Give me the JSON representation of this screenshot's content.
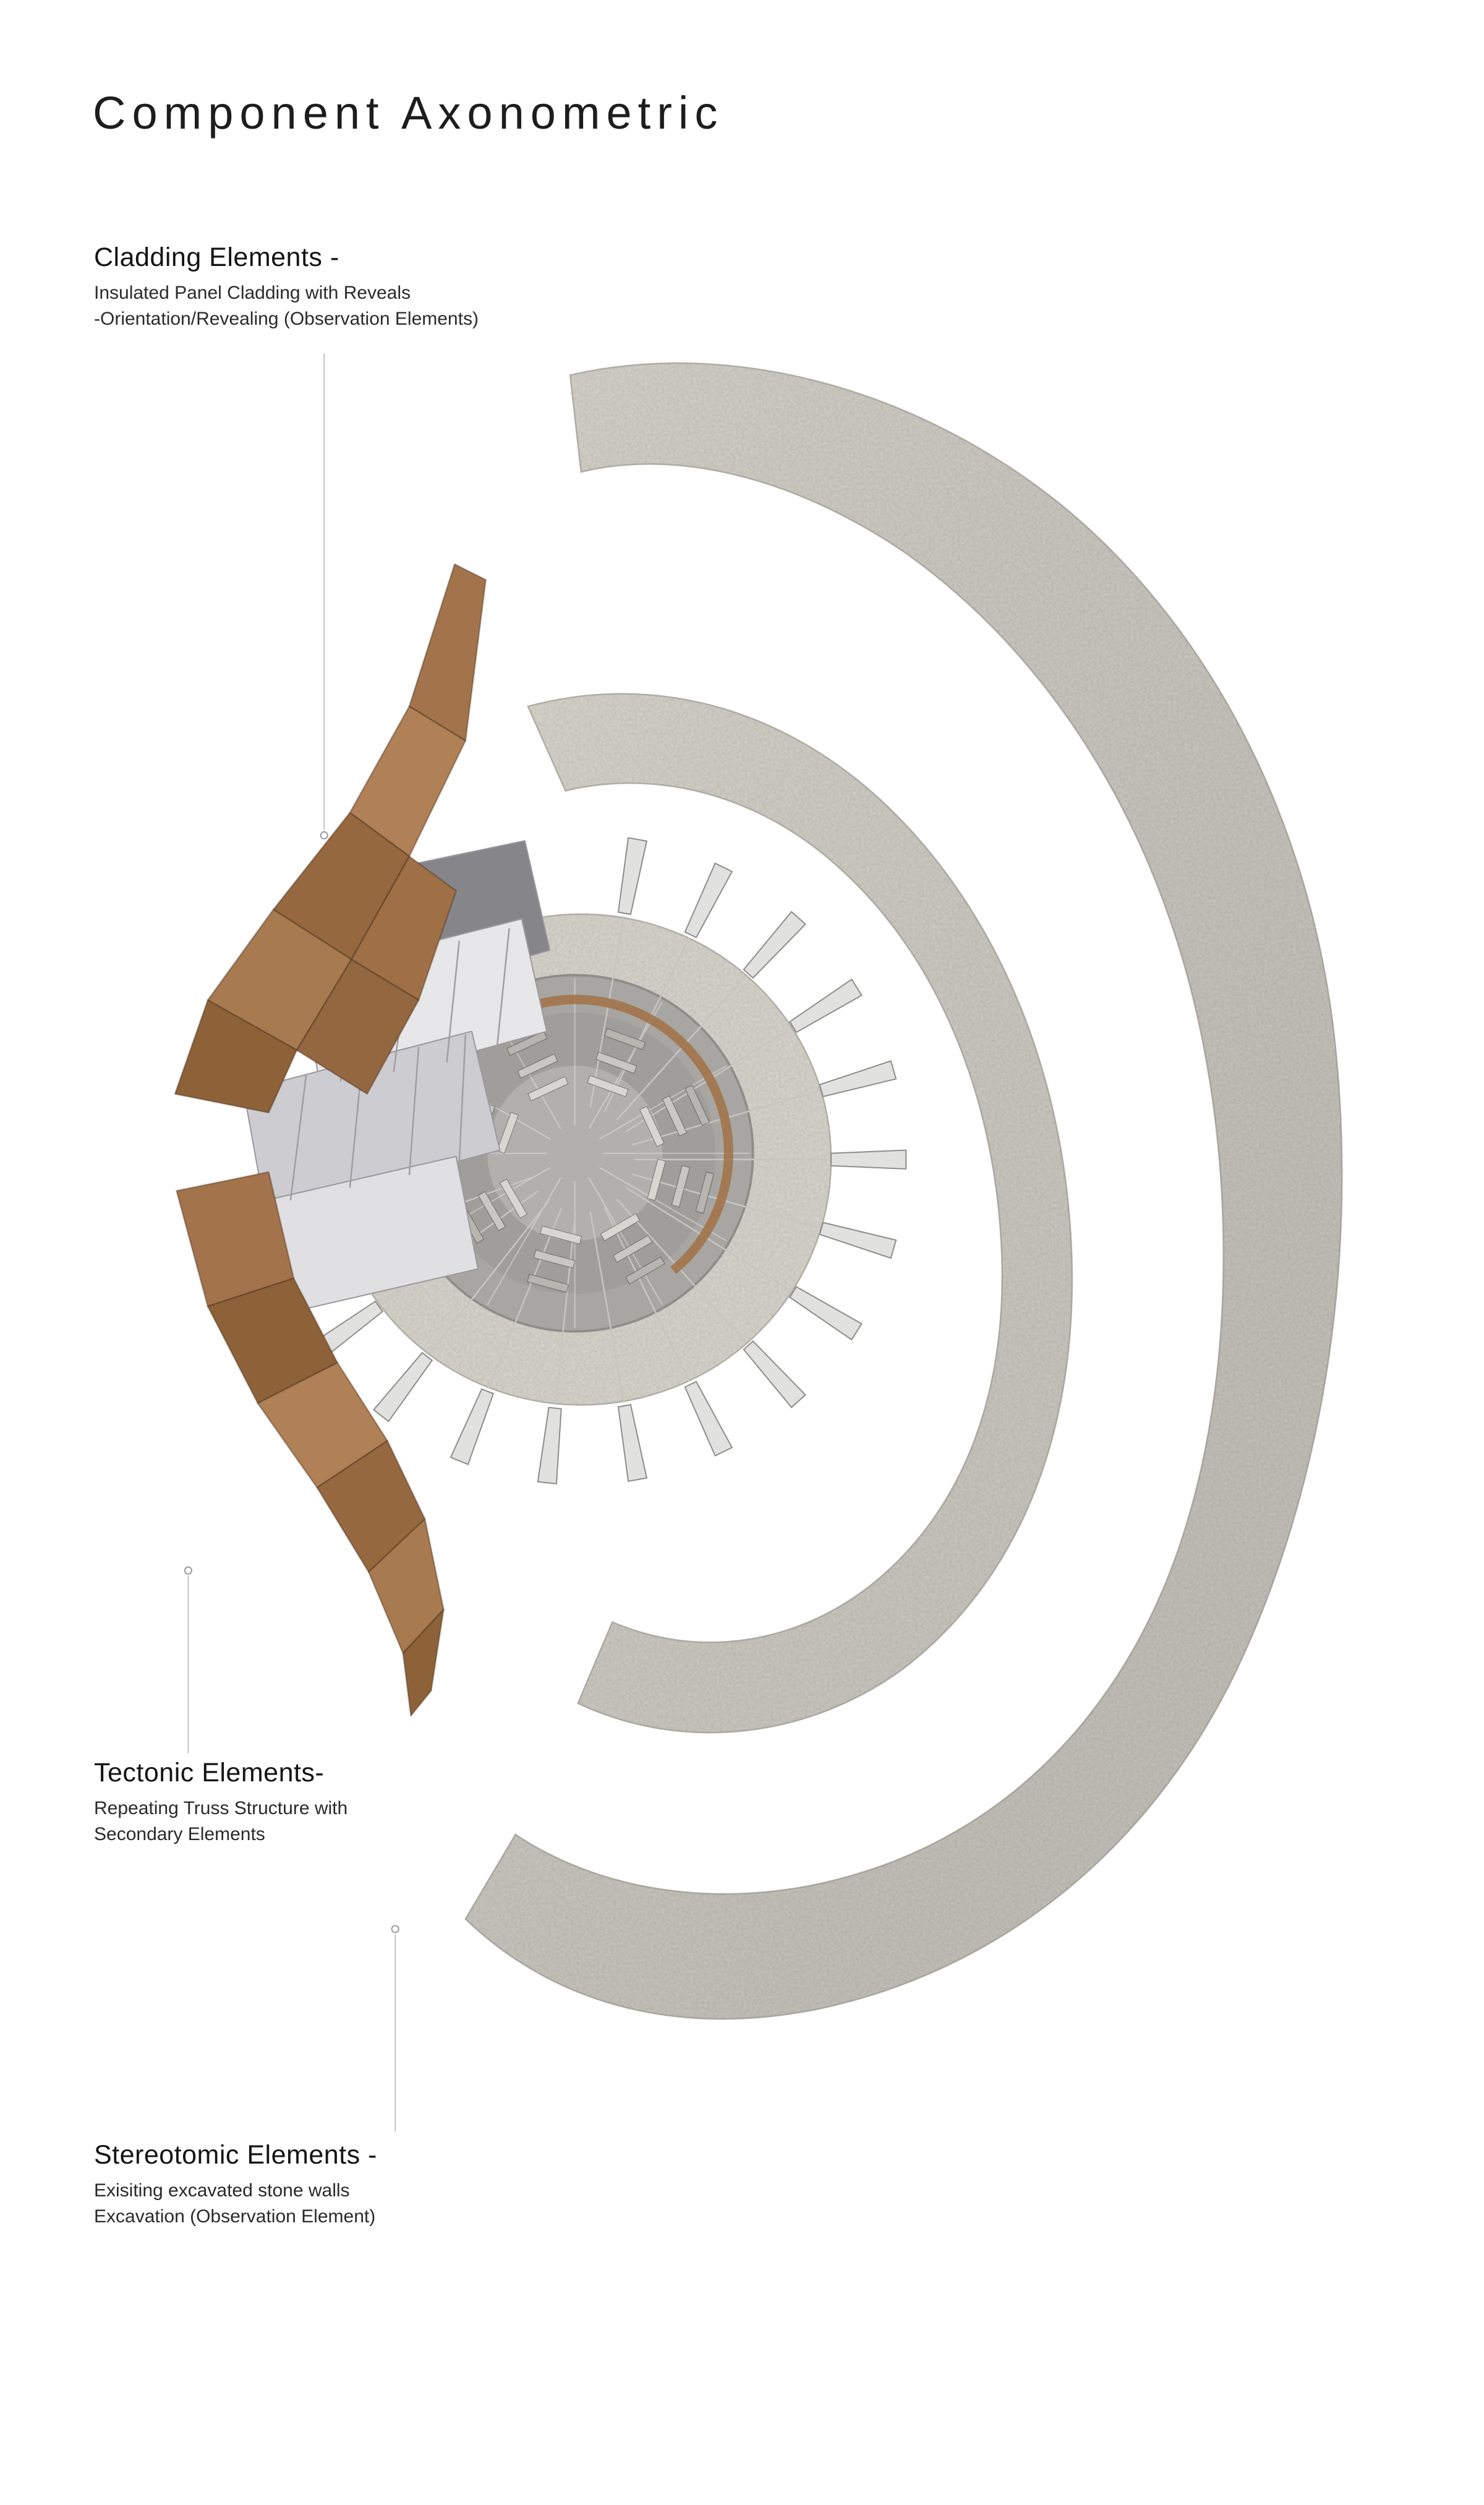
{
  "page": {
    "title": "Component Axonometric"
  },
  "labels": {
    "cladding": {
      "title": "Cladding Elements -",
      "line1": "Insulated Panel Cladding with Reveals",
      "line2": "-Orientation/Revealing (Observation Elements)"
    },
    "tectonic": {
      "title": "Tectonic Elements-",
      "line1": "Repeating Truss Structure with",
      "line2": "Secondary Elements"
    },
    "stereotomic": {
      "title": "Stereotomic Elements -",
      "line1": "Exisiting excavated stone walls",
      "line2": "Excavation (Observation Element)"
    }
  },
  "colors": {
    "background": "#ffffff",
    "stone": "#d9d6cd",
    "stone_edge": "#b2afa6",
    "floor": "#a7a6a2",
    "copper": "#a3744b",
    "copper_dark": "#8e6238",
    "truss": "#e1e1df",
    "leader": "#bdbdbd",
    "text": "#1d1d1d"
  }
}
